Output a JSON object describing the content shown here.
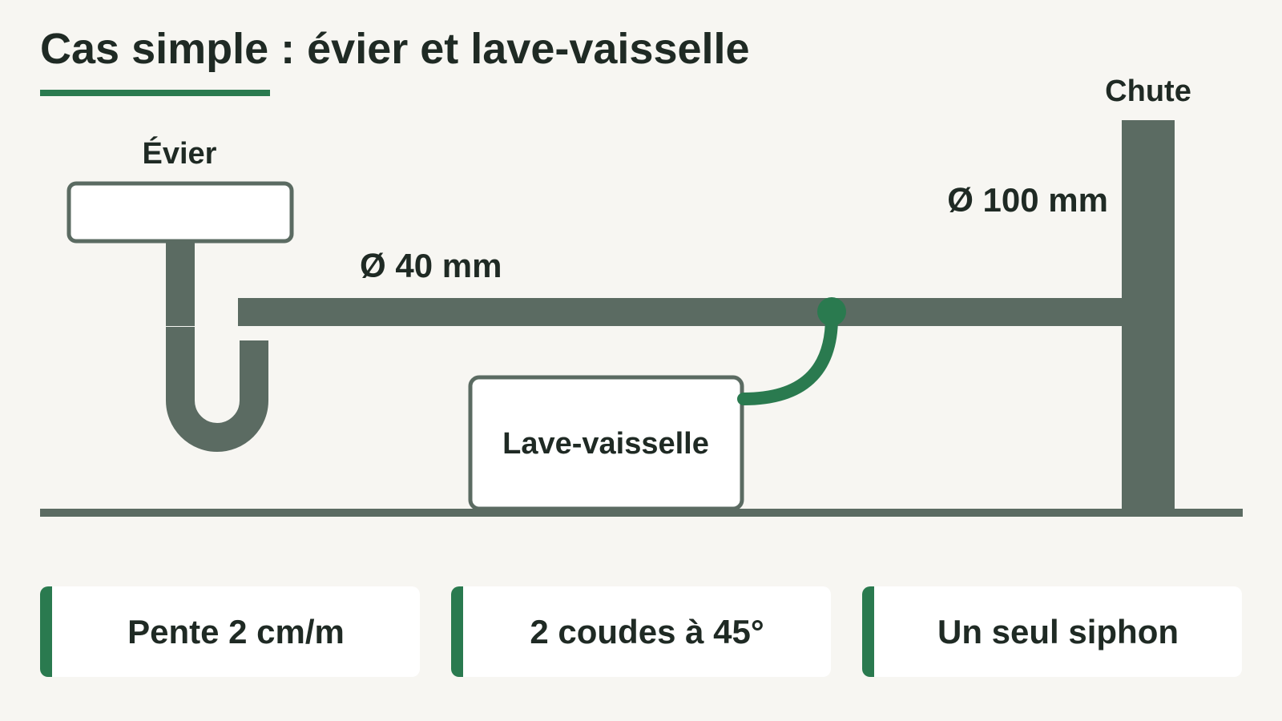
{
  "title": "Cas simple : évier et lave-vaisselle",
  "diagram": {
    "sink_label": "Évier",
    "drain_label": "Chute",
    "drain_diameter": "Ø 100 mm",
    "pipe_diameter": "Ø 40 mm",
    "dishwasher_label": "Lave-vaisselle"
  },
  "cards": [
    {
      "text": "Pente 2 cm/m"
    },
    {
      "text": "2 coudes à 45°"
    },
    {
      "text": "Un seul siphon"
    }
  ],
  "colors": {
    "accent": "#2a7a4f",
    "pipe": "#5b6b62",
    "background": "#f7f6f2",
    "text": "#1f2a24"
  }
}
